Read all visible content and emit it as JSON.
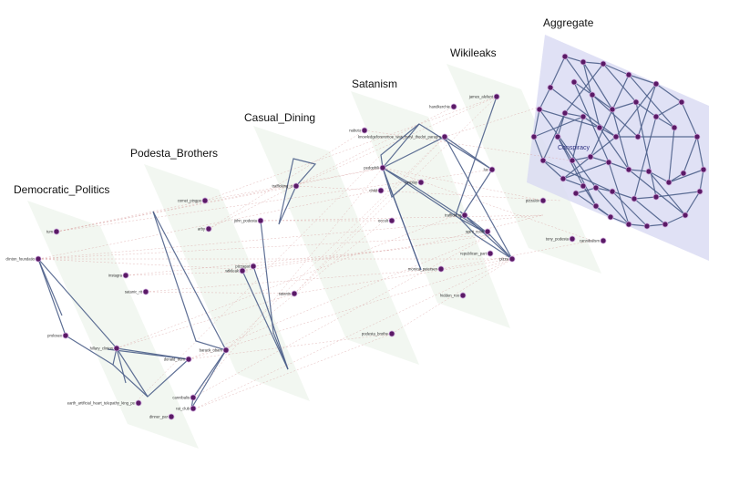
{
  "layers": [
    {
      "name": "Democratic_Politics"
    },
    {
      "name": "Podesta_Brothers"
    },
    {
      "name": "Casual_Dining"
    },
    {
      "name": "Satanism"
    },
    {
      "name": "Wikileaks"
    },
    {
      "name": "Aggregate"
    }
  ],
  "aggregate_center_label": "Conspiracy",
  "node_labels": [
    "tum",
    "clinton_foundatio",
    "instagra",
    "satanic_rit",
    "prolosex",
    "hillary_clinton",
    "donald_trum",
    "earth_artificial_heart_telepathy_king_pe",
    "rat_club",
    "dinner_par",
    "comet_pingpo",
    "arby",
    "john_podesta",
    "pizzagat",
    "wikileak",
    "barack_obam",
    "cannibalis",
    "trafficking_o",
    "satanis",
    "james_alefant",
    "handkerchie",
    "nabutu",
    "knowledgeforeremoe_was_buryl_thedot_paragra",
    "pedophili",
    "child",
    "occult",
    "luc",
    "cosplay",
    "trafficking",
    "spirit_cook",
    "republican_part",
    "monica_petersen",
    "hidden_roo",
    "podesta_brothe",
    "pizza",
    "pizzalov",
    "tony_podesta",
    "cannibalism"
  ]
}
